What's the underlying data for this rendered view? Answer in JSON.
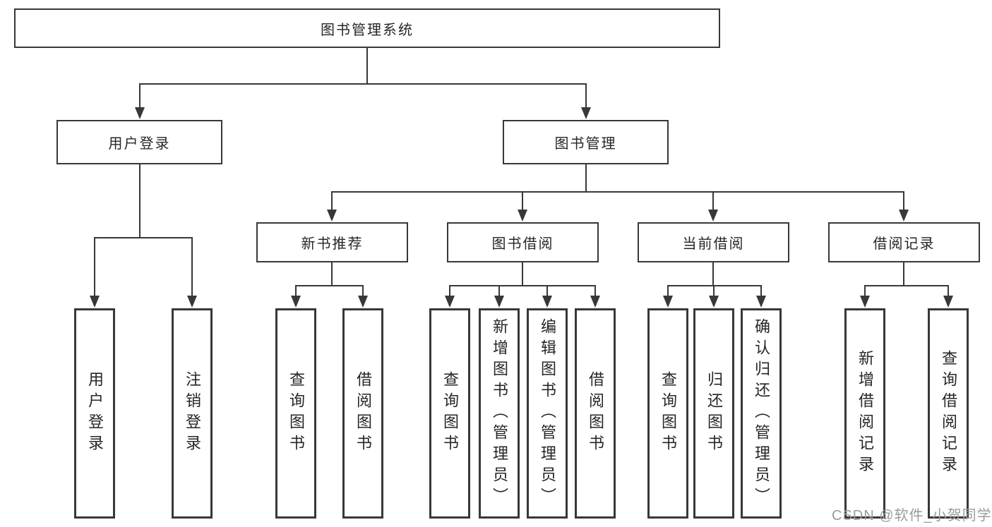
{
  "tree": {
    "root": "图书管理系统",
    "children": [
      {
        "label": "用户登录",
        "leaves": [
          "用户登录",
          "注销登录"
        ]
      },
      {
        "label": "图书管理",
        "children": [
          {
            "label": "新书推荐",
            "leaves": [
              "查询图书",
              "借阅图书"
            ]
          },
          {
            "label": "图书借阅",
            "leaves": [
              "查询图书",
              "新增图书（管理员）",
              "编辑图书（管理员）",
              "借阅图书"
            ]
          },
          {
            "label": "当前借阅",
            "leaves": [
              "查询图书",
              "归还图书",
              "确认归还（管理员）"
            ]
          },
          {
            "label": "借阅记录",
            "leaves": [
              "新增借阅记录",
              "查询借阅记录"
            ]
          }
        ]
      }
    ]
  },
  "watermark": "CSDN @软件_小贺同学",
  "colors": {
    "line": "#383838",
    "text": "#262626",
    "background": "#ffffff",
    "watermark": "#9b9b9b"
  }
}
